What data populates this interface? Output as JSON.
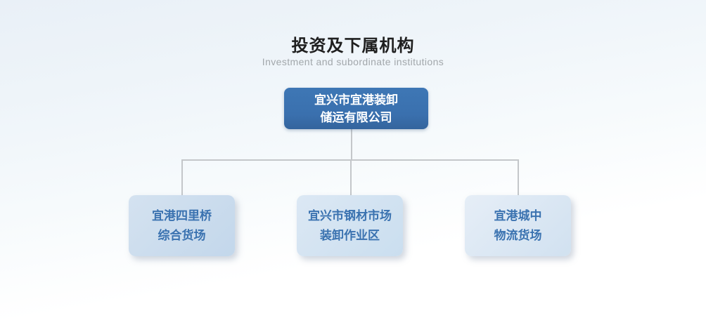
{
  "header": {
    "title": "投资及下属机构",
    "subtitle": "Investment and subordinate institutions"
  },
  "org_chart": {
    "root": {
      "lines": [
        "宜兴市宜港装卸",
        "储运有限公司"
      ]
    },
    "children": [
      {
        "lines": [
          "宜港四里桥",
          "综合货场"
        ]
      },
      {
        "lines": [
          "宜兴市钢材市场",
          "装卸作业区"
        ]
      },
      {
        "lines": [
          "宜港城中",
          "物流货场"
        ]
      }
    ]
  },
  "colors": {
    "root_node_bg": "#3b72b1",
    "root_node_text": "#ffffff",
    "child_node_text": "#3a72b0",
    "child_node_bg_1": "#c6d9ec",
    "child_node_bg_2": "#cddff0",
    "child_node_bg_3": "#d9e6f3",
    "connector_line": "#c4c7ca",
    "page_gradient_top": "#e9f0f7",
    "title_text": "#1f1f1f",
    "subtitle_text": "#a2a7ab"
  }
}
